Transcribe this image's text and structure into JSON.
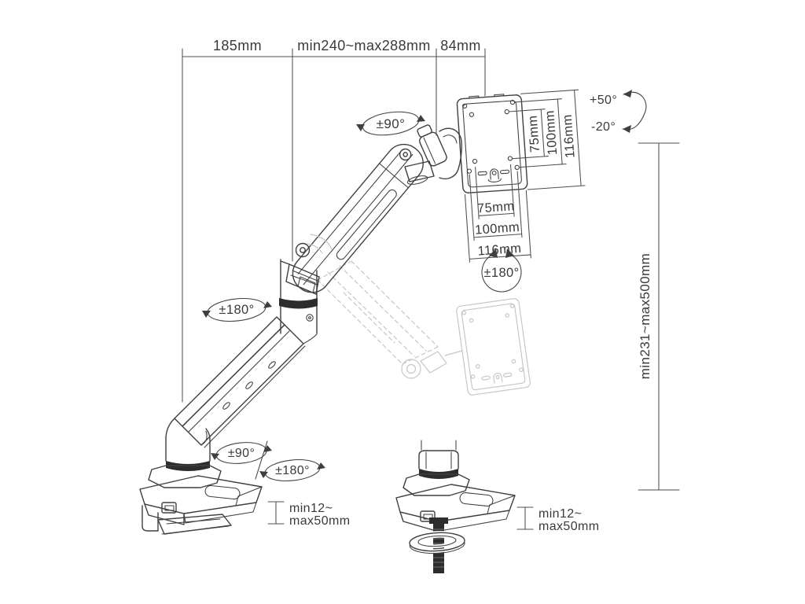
{
  "colors": {
    "line": "#3f3f3f",
    "dim": "#4f4f4f",
    "text": "#3a3a3a",
    "ghost": "#c6c6c6",
    "dark": "#2d2d2d",
    "background": "#ffffff"
  },
  "labels": {
    "reach_left": "185mm",
    "reach_mid": "min240~max288mm",
    "reach_right": "84mm",
    "monitor_swivel": "±90°",
    "tilt_up": "+50°",
    "tilt_down": "-20°",
    "vesa_side_75": "75mm",
    "vesa_side_100": "100mm",
    "vesa_side_116": "116mm",
    "vesa_bottom_75": "75mm",
    "vesa_bottom_100": "100mm",
    "vesa_bottom_116": "116mm",
    "plate_rotation": "±180°",
    "height_range": "min231~max500mm",
    "arm_rotation": "±180°",
    "base_swivel": "±90°",
    "base_rotation": "±180°",
    "clamp_min": "min12~",
    "clamp_max": "max50mm",
    "grommet_min": "min12~",
    "grommet_max": "max50mm"
  }
}
